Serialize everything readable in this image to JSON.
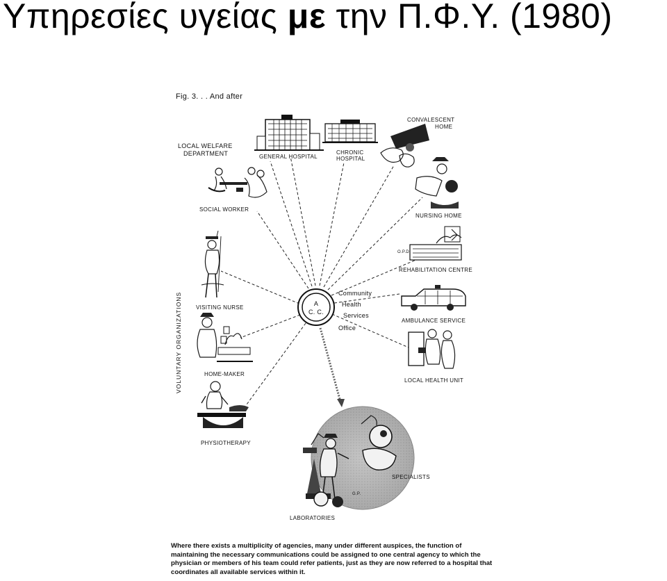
{
  "title": {
    "part1": "Υπηρεσίες υγείας ",
    "bold": "με",
    "part2": " την Π.Φ.Υ. (1980)"
  },
  "figure": {
    "label": "Fig. 3. . . And after",
    "center": {
      "letters": [
        "A",
        "C. C."
      ],
      "lines": [
        "Community",
        "Health",
        "Services",
        "Office"
      ]
    },
    "nodes": {
      "welfare": [
        "LOCAL WELFARE",
        "DEPARTMENT"
      ],
      "general_hospital": "GENERAL HOSPITAL",
      "chronic_hospital": [
        "CHRONIC",
        "HOSPITAL"
      ],
      "convalescent": [
        "CONVALESCENT",
        "HOME"
      ],
      "social_worker": "SOCIAL WORKER",
      "nursing_home": "NURSING HOME",
      "opd": "O.P.D.",
      "rehab": "REHABILITATION CENTRE",
      "visiting_nurse": "VISITING NURSE",
      "ambulance": "AMBULANCE SERVICE",
      "home_maker": "HOME-MAKER",
      "local_health": "LOCAL HEALTH UNIT",
      "physio": "PHYSIOTHERAPY",
      "specialists": "SPECIALISTS",
      "gp": "G.P.",
      "laboratories": "LABORATORIES",
      "voluntary": "VOLUNTARY ORGANIZATIONS"
    },
    "caption": "Where there exists a multiplicity of agencies, many under different auspices, the function of maintaining the necessary communications could be assigned to one central agency to which the physician or members of his team could refer patients, just as they are now referred to a hospital that coordinates all available services within it."
  }
}
